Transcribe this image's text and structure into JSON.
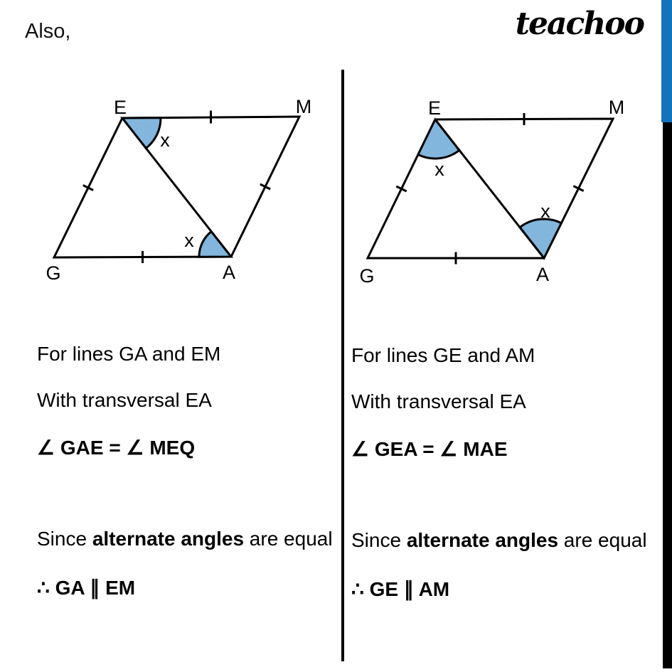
{
  "header": {
    "intro": "Also,",
    "brand": "teachoo"
  },
  "colors": {
    "accent_blue": "#1473BD",
    "edge_black": "#000000",
    "wedge_fill": "#82B6DC",
    "line_black": "#000000"
  },
  "left_panel": {
    "diagram": {
      "vertex_e": "E",
      "vertex_m": "M",
      "vertex_g": "G",
      "vertex_a": "A",
      "angle_at_e": "x",
      "angle_at_a": "x"
    },
    "text": {
      "line_for": "For lines GA and EM",
      "line_with": "With transversal EA",
      "line_eq": "∠ GAE = ∠ MEQ",
      "since_pre": "Since ",
      "since_bold": "alternate angles",
      "since_post": " are equal",
      "conclusion": "∴ GA ∥ EM"
    }
  },
  "right_panel": {
    "diagram": {
      "vertex_e": "E",
      "vertex_m": "M",
      "vertex_g": "G",
      "vertex_a": "A",
      "angle_at_e": "x",
      "angle_at_a": "x"
    },
    "text": {
      "line_for": "For lines GE and AM",
      "line_with": "With transversal EA",
      "line_eq": "∠ GEA = ∠ MAE",
      "since_pre": "Since ",
      "since_bold": "alternate angles",
      "since_post": " are equal",
      "conclusion": "∴ GE ∥ AM"
    }
  }
}
